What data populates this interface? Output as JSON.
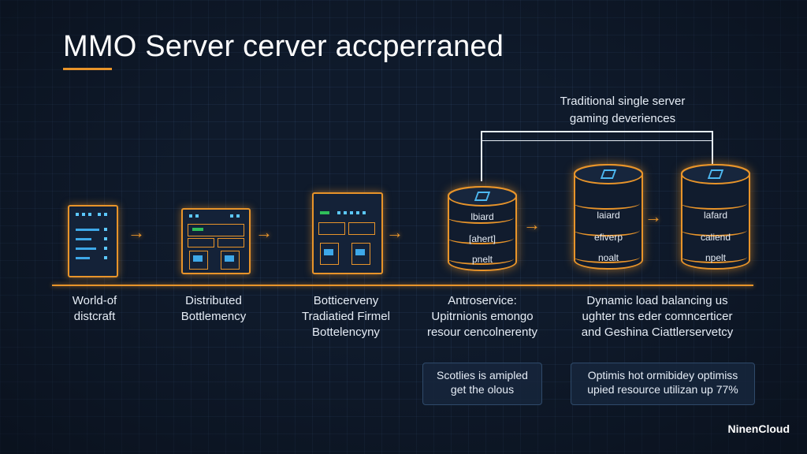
{
  "title": "MMO Server cerver accperraned",
  "callout": {
    "line1": "Traditional single server",
    "line2": "gaming deveriences"
  },
  "stages": [
    {
      "line1": "World-of",
      "line2": "distcraft"
    },
    {
      "line1": "Distributed",
      "line2": "Bottlemency"
    },
    {
      "line1": "Botticerveny",
      "line2": "Tradiatied Firmel",
      "line3": "Bottelencyny"
    },
    {
      "line1": "Antroservice:",
      "line2": "Upitrnionis emongo",
      "line3": "resour cencolnerenty"
    },
    {
      "line1": "Dynamic load balancing us",
      "line2": "ughter tns eder comncerticer",
      "line3": "and Geshina Ciattlerservetcy"
    }
  ],
  "databases": [
    {
      "l1": "lbiard",
      "l2": "[ahert]",
      "l3": "pnelt"
    },
    {
      "l1": "laiard",
      "l2": "efiverp",
      "l3": "noalt"
    },
    {
      "l1": "lafard",
      "l2": "caliend",
      "l3": "npelt"
    }
  ],
  "notes": [
    {
      "line1": "Scotlies is amipled",
      "line2": "get the olous"
    },
    {
      "line1": "Optimis hot ormibidey optimiss",
      "line2": "upied resource utilizan up 77%"
    }
  ],
  "brand": {
    "name": "NinenCloud"
  },
  "colors": {
    "accent": "#e8942a",
    "background": "#0f1a2b",
    "blue": "#3ea8e8",
    "green": "#2fbf5a"
  }
}
